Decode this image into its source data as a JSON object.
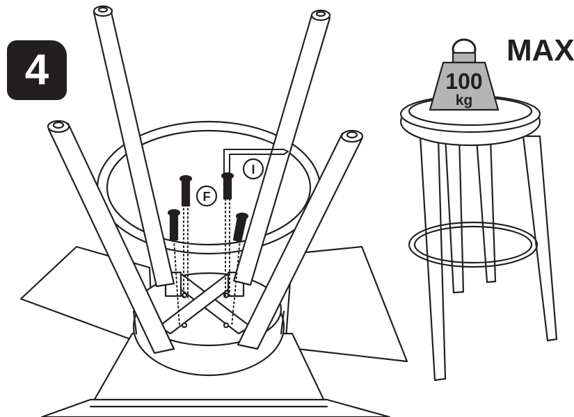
{
  "step": {
    "number": "4"
  },
  "parts": {
    "screw_label": "F",
    "wrench_label": "I"
  },
  "weight": {
    "value": "100",
    "unit": "kg",
    "max_label": "MAX"
  },
  "colors": {
    "ink": "#231f20",
    "weight_fill": "#b4b4b6",
    "paper": "#ffffff"
  },
  "icons": [
    "step-badge",
    "stool-leg",
    "allen-key-icon",
    "screw-icon",
    "weight-icon",
    "bar-stool-icon",
    "cardboard-box"
  ]
}
